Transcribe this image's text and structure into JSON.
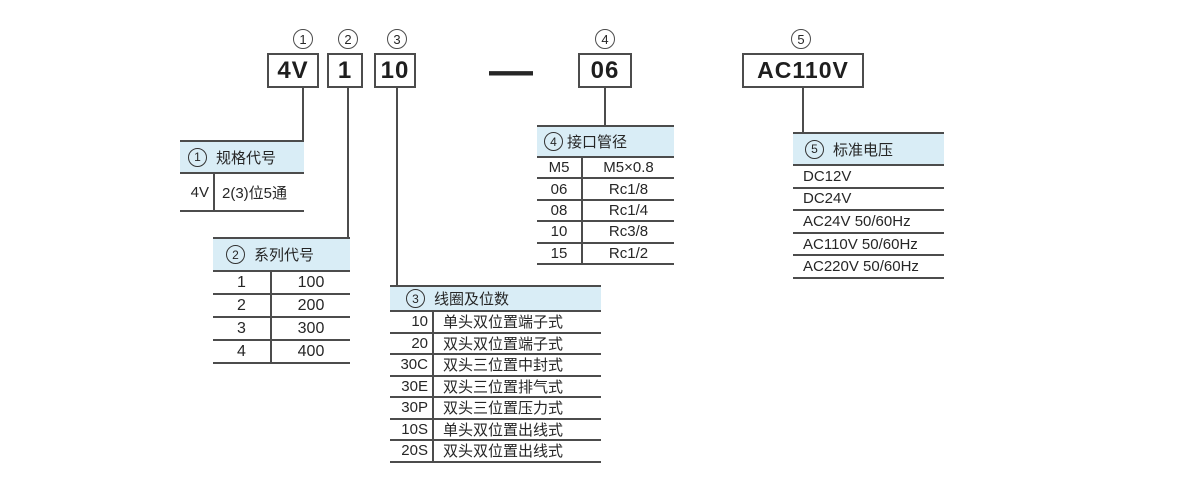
{
  "code_line": {
    "segments": [
      {
        "num": "1",
        "code": "4V"
      },
      {
        "num": "2",
        "code": "1"
      },
      {
        "num": "3",
        "code": "10"
      },
      {
        "num": "4",
        "code": "06"
      },
      {
        "num": "5",
        "code": "AC110V"
      }
    ],
    "separator": "—"
  },
  "tables": [
    {
      "num": "1",
      "title": "规格代号",
      "rows": [
        [
          "4V",
          "2(3)位5通"
        ]
      ]
    },
    {
      "num": "2",
      "title": "系列代号",
      "rows": [
        [
          "1",
          "100"
        ],
        [
          "2",
          "200"
        ],
        [
          "3",
          "300"
        ],
        [
          "4",
          "400"
        ]
      ]
    },
    {
      "num": "3",
      "title": "线圈及位数",
      "rows": [
        [
          "10",
          "单头双位置端子式"
        ],
        [
          "20",
          "双头双位置端子式"
        ],
        [
          "30C",
          "双头三位置中封式"
        ],
        [
          "30E",
          "双头三位置排气式"
        ],
        [
          "30P",
          "双头三位置压力式"
        ],
        [
          "10S",
          "单头双位置出线式"
        ],
        [
          "20S",
          "双头双位置出线式"
        ]
      ]
    },
    {
      "num": "4",
      "title": "接口管径",
      "rows": [
        [
          "M5",
          "M5×0.8"
        ],
        [
          "06",
          "Rc1/8"
        ],
        [
          "08",
          "Rc1/4"
        ],
        [
          "10",
          "Rc3/8"
        ],
        [
          "15",
          "Rc1/2"
        ]
      ]
    },
    {
      "num": "5",
      "title": "标准电压",
      "rows": [
        [
          "DC12V"
        ],
        [
          "DC24V"
        ],
        [
          "AC24V 50/60Hz"
        ],
        [
          "AC110V 50/60Hz"
        ],
        [
          "AC220V 50/60Hz"
        ]
      ]
    }
  ],
  "colors": {
    "header_bg": "#d9edf6",
    "line_dark": "#4c4c4c",
    "text": "#262626"
  }
}
